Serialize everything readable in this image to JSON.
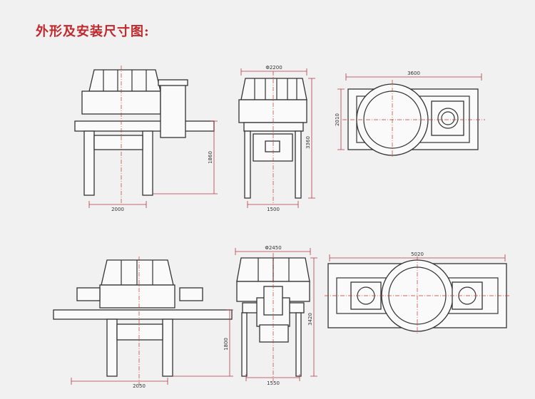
{
  "title": "外形及安装尺寸图:",
  "views": {
    "top_front": {
      "width": "2000",
      "height": "1860"
    },
    "top_side": {
      "diameter": "Φ2200",
      "height": "3360",
      "width": "1500"
    },
    "top_plan": {
      "length": "3600",
      "width": "2010"
    },
    "bottom_front": {
      "width": "2050",
      "height": "1800"
    },
    "bottom_side": {
      "diameter": "Φ2450",
      "height": "3420",
      "width": "1550"
    },
    "bottom_plan": {
      "length": "5020"
    }
  }
}
